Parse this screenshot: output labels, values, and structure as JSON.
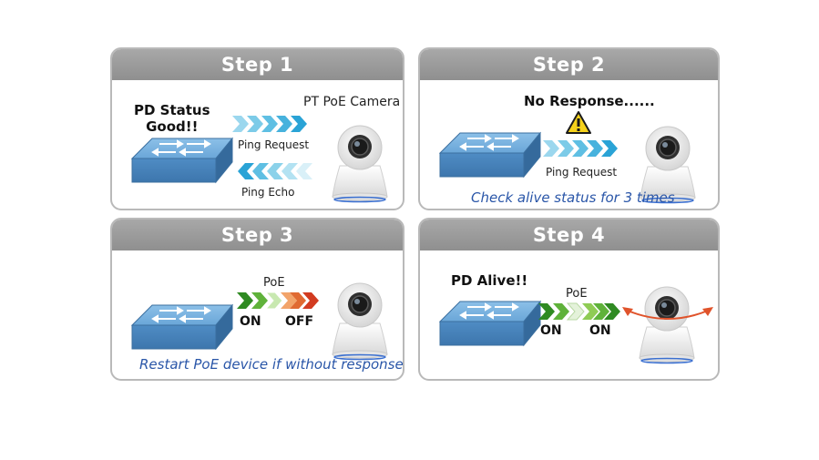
{
  "steps": [
    {
      "title": "Step 1",
      "status": "PD Status\nGood!!",
      "status_line1": "PD Status",
      "status_line2": "Good!!",
      "camera_label": "PT PoE Camera",
      "ping_request": "Ping Request",
      "ping_echo": "Ping Echo"
    },
    {
      "title": "Step 2",
      "status": "No Response......",
      "ping_request": "Ping Request",
      "caption": "Check alive status for 3 times"
    },
    {
      "title": "Step 3",
      "poe_label": "PoE",
      "on_label": "ON",
      "off_label": "OFF",
      "caption": "Restart PoE device if without response"
    },
    {
      "title": "Step 4",
      "status": "PD Alive!!",
      "poe_label": "PoE",
      "on_label_1": "ON",
      "on_label_2": "ON"
    }
  ],
  "colors": {
    "header": "#999999",
    "switch": "#5b95c9",
    "ping_arrow": "#4fb3dc",
    "on_green": "#3f9a2c",
    "off_red": "#d23b20",
    "warning_yellow": "#f6d21b",
    "caption_blue": "#2a56a8",
    "rotate_arrow": "#e0532b"
  },
  "icons": [
    "network-switch-icon",
    "ptz-camera-icon",
    "warning-icon",
    "chevron-arrow-icon",
    "rotation-arrow-icon"
  ]
}
